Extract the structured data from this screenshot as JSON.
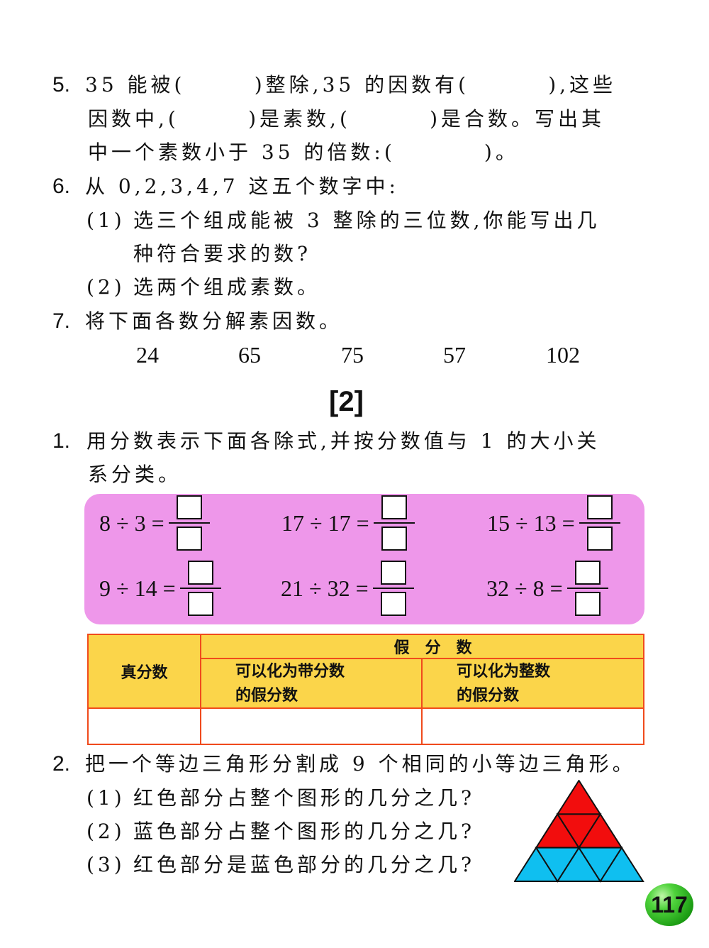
{
  "q5": {
    "num": "5.",
    "line1": "35 能被(       )整除,35 的因数有(        ),这些",
    "line2": "因数中,(       )是素数,(        )是合数。写出其",
    "line3": "中一个素数小于 35 的倍数:(         )。"
  },
  "q6": {
    "num": "6.",
    "line1": "从 0,2,3,4,7 这五个数字中:",
    "sub1_label": "(1)",
    "sub1_line1": "选三个组成能被 3 整除的三位数,你能写出几",
    "sub1_line2": "种符合要求的数?",
    "sub2_label": "(2)",
    "sub2_line1": "选两个组成素数。"
  },
  "q7": {
    "num": "7.",
    "line1": "将下面各数分解素因数。",
    "numbers": [
      "24",
      "65",
      "75",
      "57",
      "102"
    ]
  },
  "section": "[2]",
  "s1": {
    "num": "1.",
    "line1": "用分数表示下面各除式,并按分数值与 1 的大小关",
    "line2": "系分类。",
    "equations": [
      "8 ÷ 3 =",
      "17 ÷ 17 =",
      "15 ÷ 13 =",
      "9 ÷ 14 =",
      "21 ÷ 32 =",
      "32 ÷ 8 ="
    ],
    "table": {
      "proper": "真分数",
      "improper": "假　分　数",
      "mixed": "可以化为带分数",
      "mixed2": "的假分数",
      "whole": "可以化为整数",
      "whole2": "的假分数"
    }
  },
  "s2": {
    "num": "2.",
    "line1": "把一个等边三角形分割成 9 个相同的小等边三角形。",
    "sub1_label": "(1)",
    "sub1": "红色部分占整个图形的几分之几?",
    "sub2_label": "(2)",
    "sub2": "蓝色部分占整个图形的几分之几?",
    "sub3_label": "(3)",
    "sub3": "红色部分是蓝色部分的几分之几?",
    "colors": {
      "red": "#f20d0d",
      "blue": "#0fbff0"
    }
  },
  "page_number": "117"
}
